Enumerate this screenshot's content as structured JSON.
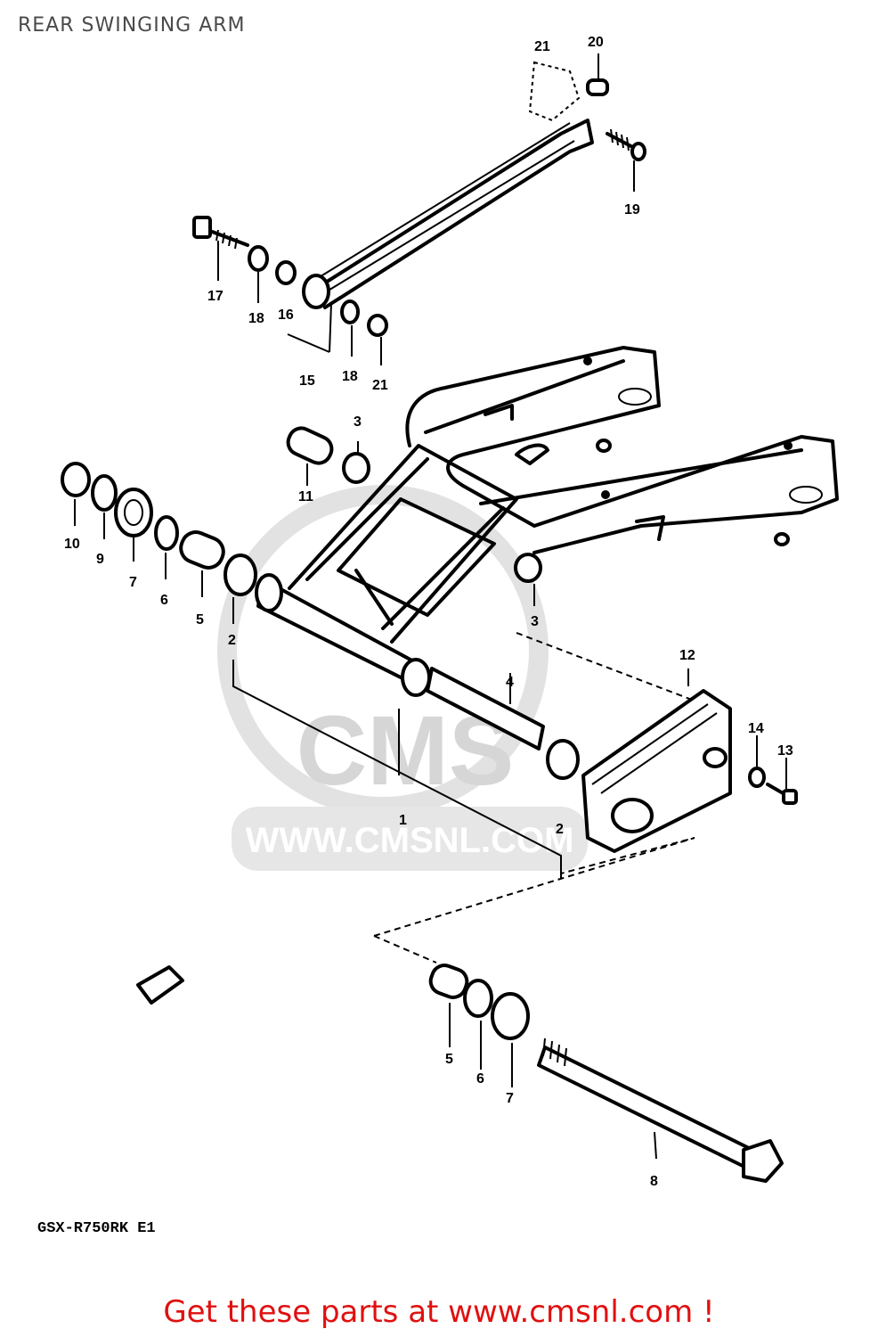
{
  "header": {
    "title": "REAR SWINGING ARM"
  },
  "diagram": {
    "model_code": "GSX-R750RK E1",
    "watermark": {
      "brand": "CMS",
      "url": "WWW.CMSNL.COM"
    },
    "callouts": [
      "1",
      "2",
      "2",
      "3",
      "3",
      "4",
      "5",
      "5",
      "6",
      "6",
      "7",
      "7",
      "8",
      "9",
      "10",
      "11",
      "12",
      "13",
      "14",
      "15",
      "16",
      "17",
      "18",
      "18",
      "19",
      "20",
      "21",
      "21"
    ]
  },
  "footer": {
    "text": "Get these parts at www.cmsnl.com !"
  }
}
